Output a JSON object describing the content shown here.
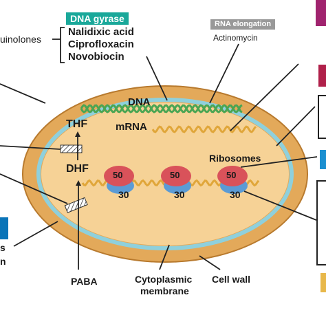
{
  "colors": {
    "wall": "#e3a95a",
    "wall_edge": "#b87a2e",
    "membrane": "#8fd0dc",
    "cytoplasm": "#f6d296",
    "dna": "#4aa553",
    "mrna": "#e0a63a",
    "subunit_large": "#d9525a",
    "subunit_small": "#5b9bd5",
    "gyrase_tag": "#1aa89a",
    "rna_tag": "#999999",
    "edge_purple": "#a0236e",
    "edge_crimson": "#b0204a",
    "edge_blue": "#1b8fd0",
    "edge_gold": "#e8b84a",
    "left_blue": "#0a74b8"
  },
  "labels": {
    "gyrase_tag": "DNA gyrase",
    "quinolones": "uinolones",
    "quinolone_drugs": [
      "Nalidixic acid",
      "Ciprofloxacin",
      "Novobiocin"
    ],
    "rna_tag": "RNA elongation",
    "actinomycin": "Actinomycin",
    "dna": "DNA",
    "mrna": "mRNA",
    "thf": "THF",
    "dhf": "DHF",
    "ribosomes": "Ribosomes",
    "large_subunit": "50",
    "small_subunit": "30",
    "paba": "PABA",
    "cytoplasmic_membrane_line1": "Cytoplasmic",
    "cytoplasmic_membrane_line2": "membrane",
    "cell_wall": "Cell wall",
    "left_cut_1": "s",
    "left_cut_2": "n"
  }
}
